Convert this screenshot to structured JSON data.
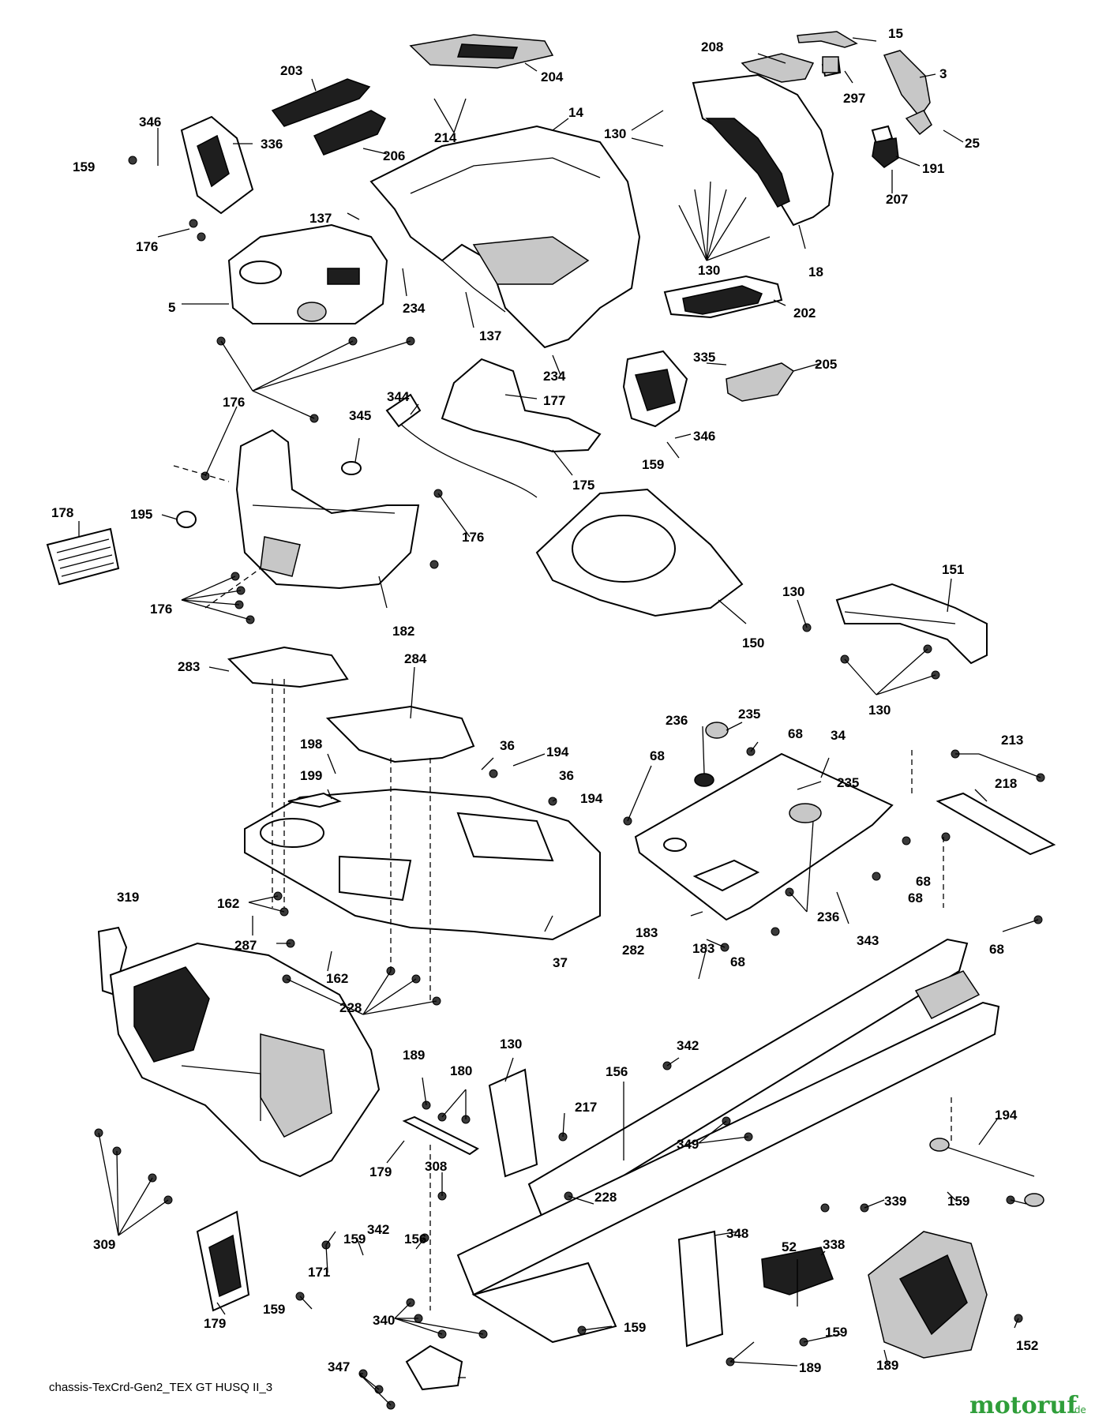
{
  "diagram": {
    "footer_text": "chassis-TexCrd-Gen2_TEX GT HUSQ II_3",
    "watermark": {
      "name": "motoruf",
      "tld": ".de",
      "accent_color": "#e28a16",
      "brand_color": "#2f9e3a"
    },
    "callouts": [
      {
        "id": "c1",
        "text": "15"
      },
      {
        "id": "c2",
        "text": "208"
      },
      {
        "id": "c3",
        "text": "3"
      },
      {
        "id": "c4",
        "text": "203"
      },
      {
        "id": "c5",
        "text": "204"
      },
      {
        "id": "c6",
        "text": "297"
      },
      {
        "id": "c7",
        "text": "346"
      },
      {
        "id": "c8",
        "text": "14"
      },
      {
        "id": "c9",
        "text": "336"
      },
      {
        "id": "c10",
        "text": "214"
      },
      {
        "id": "c11",
        "text": "130"
      },
      {
        "id": "c12",
        "text": "25"
      },
      {
        "id": "c13",
        "text": "206"
      },
      {
        "id": "c14",
        "text": "159"
      },
      {
        "id": "c15",
        "text": "191"
      },
      {
        "id": "c16",
        "text": "207"
      },
      {
        "id": "c17",
        "text": "137"
      },
      {
        "id": "c18",
        "text": "176"
      },
      {
        "id": "c19",
        "text": "130"
      },
      {
        "id": "c20",
        "text": "18"
      },
      {
        "id": "c21",
        "text": "5"
      },
      {
        "id": "c22",
        "text": "234"
      },
      {
        "id": "c23",
        "text": "202"
      },
      {
        "id": "c24",
        "text": "137"
      },
      {
        "id": "c25",
        "text": "335"
      },
      {
        "id": "c26",
        "text": "205"
      },
      {
        "id": "c27",
        "text": "234"
      },
      {
        "id": "c28",
        "text": "344"
      },
      {
        "id": "c29",
        "text": "177"
      },
      {
        "id": "c30",
        "text": "176"
      },
      {
        "id": "c31",
        "text": "345"
      },
      {
        "id": "c32",
        "text": "346"
      },
      {
        "id": "c33",
        "text": "159"
      },
      {
        "id": "c34",
        "text": "175"
      },
      {
        "id": "c35",
        "text": "178"
      },
      {
        "id": "c36",
        "text": "195"
      },
      {
        "id": "c37",
        "text": "176"
      },
      {
        "id": "c38",
        "text": "151"
      },
      {
        "id": "c39",
        "text": "130"
      },
      {
        "id": "c40",
        "text": "176"
      },
      {
        "id": "c41",
        "text": "182"
      },
      {
        "id": "c42",
        "text": "150"
      },
      {
        "id": "c43",
        "text": "130"
      },
      {
        "id": "c44",
        "text": "283"
      },
      {
        "id": "c45",
        "text": "284"
      },
      {
        "id": "c46",
        "text": "235"
      },
      {
        "id": "c47",
        "text": "236"
      },
      {
        "id": "c48",
        "text": "68"
      },
      {
        "id": "c49",
        "text": "34"
      },
      {
        "id": "c50",
        "text": "213"
      },
      {
        "id": "c51",
        "text": "198"
      },
      {
        "id": "c52",
        "text": "36"
      },
      {
        "id": "c53",
        "text": "194"
      },
      {
        "id": "c54",
        "text": "68"
      },
      {
        "id": "c55",
        "text": "36"
      },
      {
        "id": "c56",
        "text": "235"
      },
      {
        "id": "c57",
        "text": "218"
      },
      {
        "id": "c58",
        "text": "199"
      },
      {
        "id": "c59",
        "text": "194"
      },
      {
        "id": "c60",
        "text": "68"
      },
      {
        "id": "c61",
        "text": "68"
      },
      {
        "id": "c62",
        "text": "236"
      },
      {
        "id": "c63",
        "text": "319"
      },
      {
        "id": "c64",
        "text": "162"
      },
      {
        "id": "c65",
        "text": "183"
      },
      {
        "id": "c66",
        "text": "343"
      },
      {
        "id": "c67",
        "text": "287"
      },
      {
        "id": "c68",
        "text": "37"
      },
      {
        "id": "c69",
        "text": "68"
      },
      {
        "id": "c70",
        "text": "183"
      },
      {
        "id": "c71",
        "text": "68"
      },
      {
        "id": "c72",
        "text": "282"
      },
      {
        "id": "c73",
        "text": "162"
      },
      {
        "id": "c74",
        "text": "228"
      },
      {
        "id": "c75",
        "text": "342"
      },
      {
        "id": "c76",
        "text": "130"
      },
      {
        "id": "c77",
        "text": "189"
      },
      {
        "id": "c78",
        "text": "180"
      },
      {
        "id": "c79",
        "text": "156"
      },
      {
        "id": "c80",
        "text": "217"
      },
      {
        "id": "c81",
        "text": "194"
      },
      {
        "id": "c82",
        "text": "349"
      },
      {
        "id": "c83",
        "text": "179"
      },
      {
        "id": "c84",
        "text": "308"
      },
      {
        "id": "c85",
        "text": "309"
      },
      {
        "id": "c86",
        "text": "159"
      },
      {
        "id": "c87",
        "text": "156"
      },
      {
        "id": "c88",
        "text": "228"
      },
      {
        "id": "c89",
        "text": "52"
      },
      {
        "id": "c90",
        "text": "159"
      },
      {
        "id": "c91",
        "text": "339"
      },
      {
        "id": "c92",
        "text": "342"
      },
      {
        "id": "c93",
        "text": "348"
      },
      {
        "id": "c94",
        "text": "338"
      },
      {
        "id": "c95",
        "text": "171"
      },
      {
        "id": "c96",
        "text": "159"
      },
      {
        "id": "c97",
        "text": "340"
      },
      {
        "id": "c98",
        "text": "179"
      },
      {
        "id": "c99",
        "text": "159"
      },
      {
        "id": "c100",
        "text": "159"
      },
      {
        "id": "c101",
        "text": "152"
      },
      {
        "id": "c102",
        "text": "189"
      },
      {
        "id": "c103",
        "text": "189"
      },
      {
        "id": "c104",
        "text": "347"
      }
    ]
  }
}
